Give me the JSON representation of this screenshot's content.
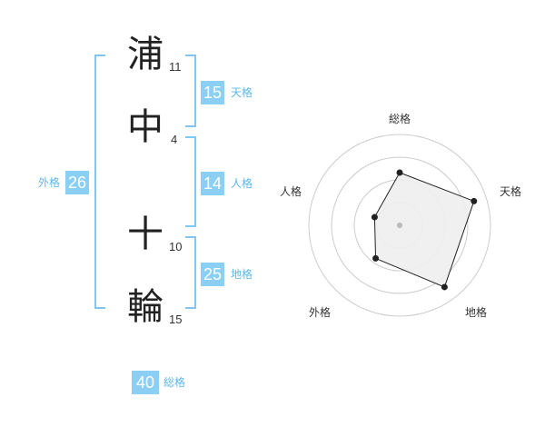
{
  "name_chars": [
    {
      "char": "浦",
      "strokes": "11"
    },
    {
      "char": "中",
      "strokes": "4"
    },
    {
      "char": "十",
      "strokes": "10"
    },
    {
      "char": "輪",
      "strokes": "15"
    }
  ],
  "kakusu": {
    "tenkaku": {
      "value": "15",
      "label": "天格"
    },
    "jinkaku": {
      "value": "14",
      "label": "人格"
    },
    "chikaku": {
      "value": "25",
      "label": "地格"
    },
    "gaikaku": {
      "value": "26",
      "label": "外格"
    },
    "soukaku": {
      "value": "40",
      "label": "総格"
    }
  },
  "radar": {
    "axes": [
      "総格",
      "天格",
      "地格",
      "外格",
      "人格"
    ],
    "levels": 4,
    "values": [
      0.58,
      0.86,
      0.84,
      0.45,
      0.29
    ],
    "colors": {
      "fill": "#eeeeee",
      "stroke": "#222222",
      "ring": "#cccccc",
      "center": "#bbbbbb"
    }
  }
}
